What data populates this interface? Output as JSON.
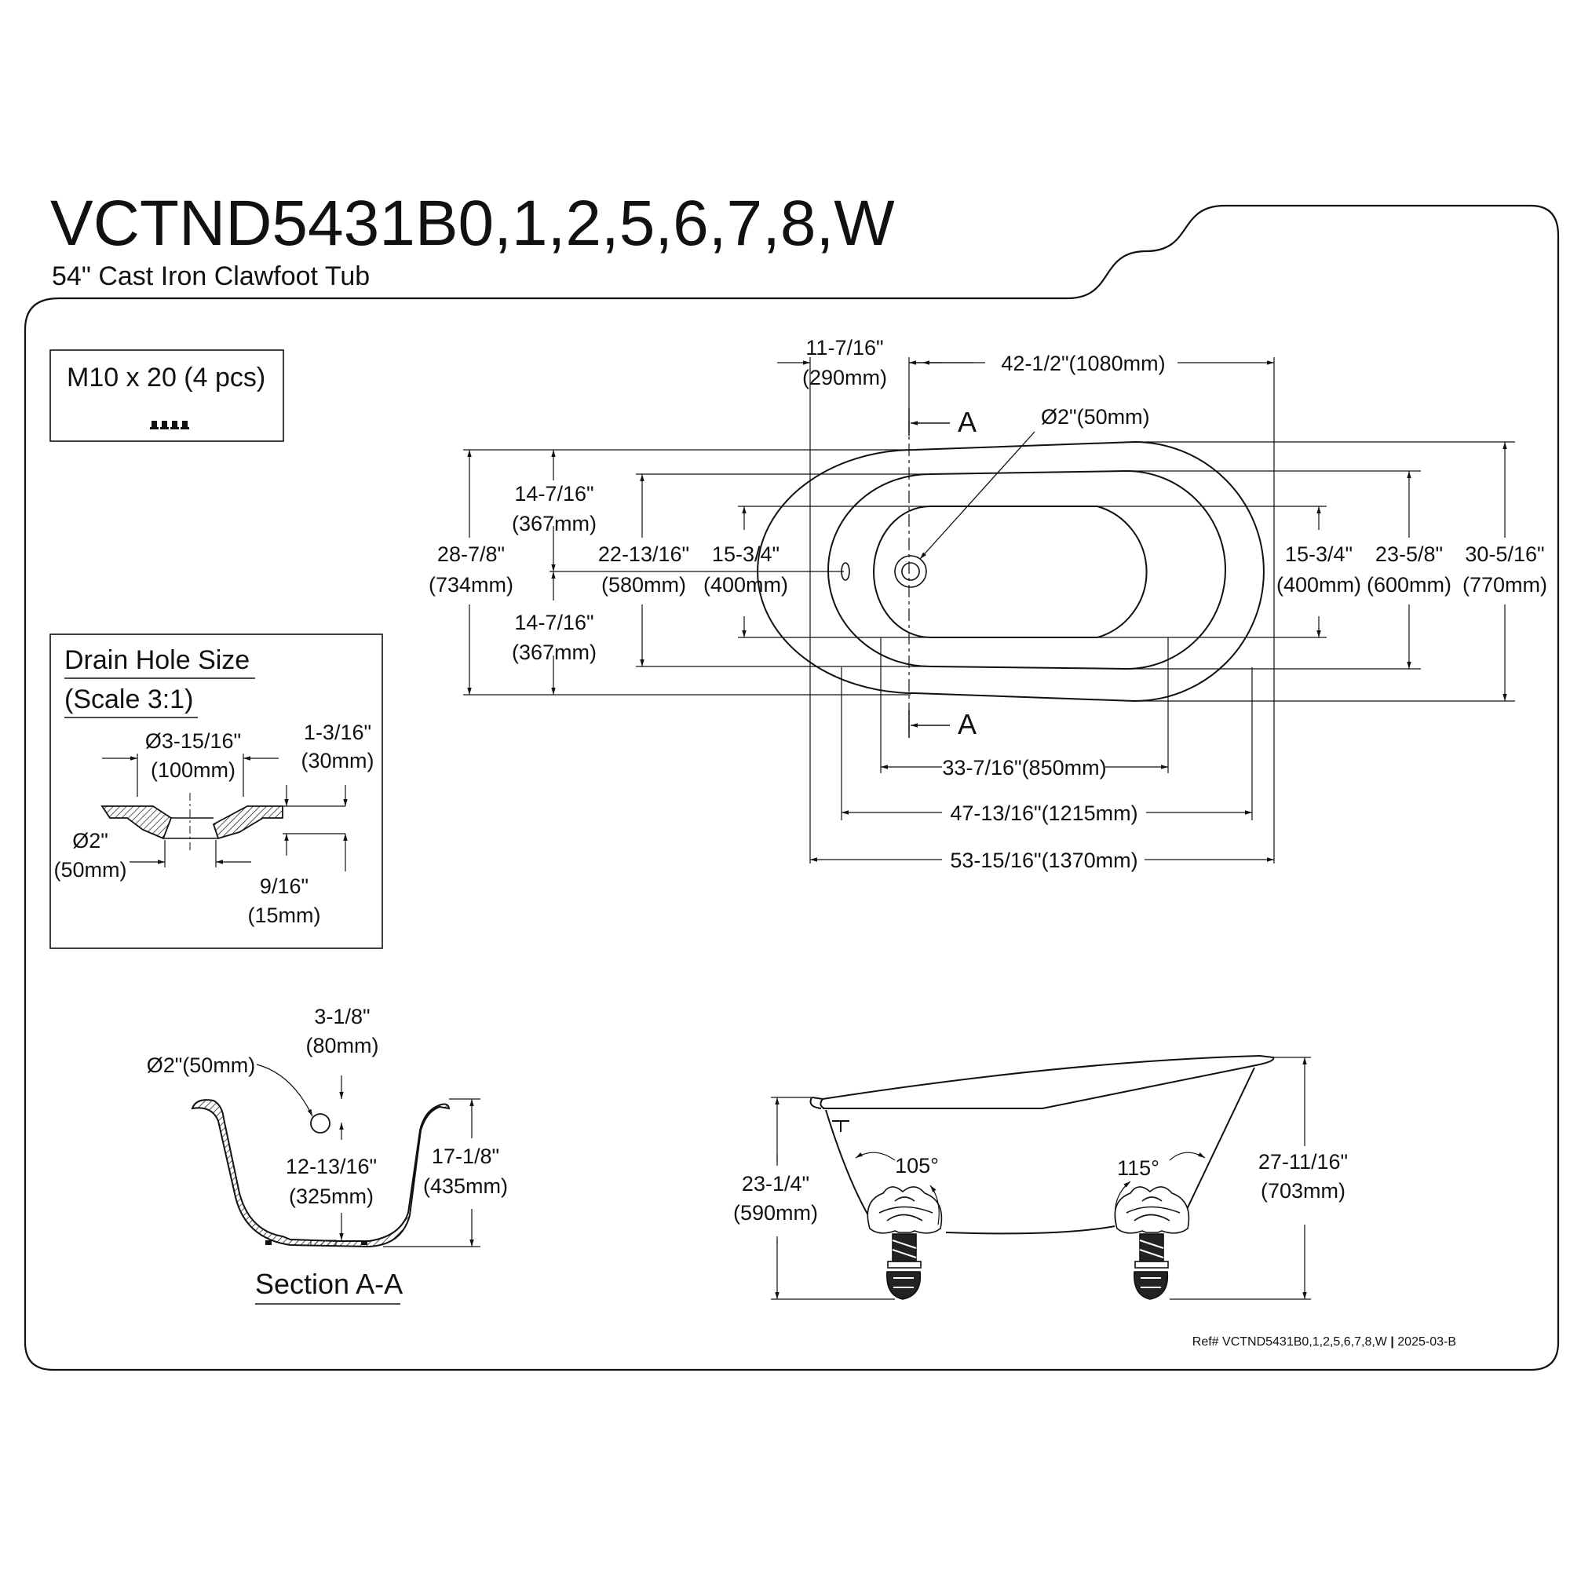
{
  "header": {
    "model": "VCTND5431B0,1,2,5,6,7,8,W",
    "product": "54\" Cast Iron Clawfoot Tub"
  },
  "hardware_box": {
    "label": "M10 x 20 (4 pcs)"
  },
  "drain_detail": {
    "title": "Drain Hole Size",
    "scale": "(Scale 3:1)",
    "dims": {
      "outer_dia_in": "Ø3-15/16\"",
      "outer_dia_mm": "(100mm)",
      "height_in": "1-3/16\"",
      "height_mm": "(30mm)",
      "inner_dia_in": "Ø2\"",
      "inner_dia_mm": "(50mm)",
      "thick_in": "9/16\"",
      "thick_mm": "(15mm)"
    }
  },
  "top_view": {
    "section_marker": "A",
    "drain_dia": "Ø2\"(50mm)",
    "drain_offset_in": "11-7/16\"",
    "drain_offset_mm": "(290mm)",
    "drain_to_end": "42-1/2\"(1080mm)",
    "half_width_top_in": "14-7/16\"",
    "half_width_top_mm": "(367mm)",
    "half_width_bot_in": "14-7/16\"",
    "half_width_bot_mm": "(367mm)",
    "width_left_in": "28-7/8\"",
    "width_left_mm": "(734mm)",
    "rim_inner_left_in": "22-13/16\"",
    "rim_inner_left_mm": "(580mm)",
    "floor_left_in": "15-3/4\"",
    "floor_left_mm": "(400mm)",
    "floor_right_in": "15-3/4\"",
    "floor_right_mm": "(400mm)",
    "rim_inner_right_in": "23-5/8\"",
    "rim_inner_right_mm": "(600mm)",
    "width_right_in": "30-5/16\"",
    "width_right_mm": "(770mm)",
    "floor_length": "33-7/16\"(850mm)",
    "inner_length": "47-13/16\"(1215mm)",
    "overall_length": "53-15/16\"(1370mm)"
  },
  "section_view": {
    "drain_dia": "Ø2\"(50mm)",
    "overflow_in": "3-1/8\"",
    "overflow_mm": "(80mm)",
    "overflow_height_in": "12-13/16\"",
    "overflow_height_mm": "(325mm)",
    "depth_in": "17-1/8\"",
    "depth_mm": "(435mm)",
    "caption": "Section A-A"
  },
  "side_view": {
    "angle_left": "105°",
    "angle_right": "115°",
    "height_low_in": "23-1/4\"",
    "height_low_mm": "(590mm)",
    "height_high_in": "27-11/16\"",
    "height_high_mm": "(703mm)"
  },
  "footer": {
    "ref": "Ref# VCTND5431B0,1,2,5,6,7,8,W",
    "rev": "2025-03-B"
  }
}
